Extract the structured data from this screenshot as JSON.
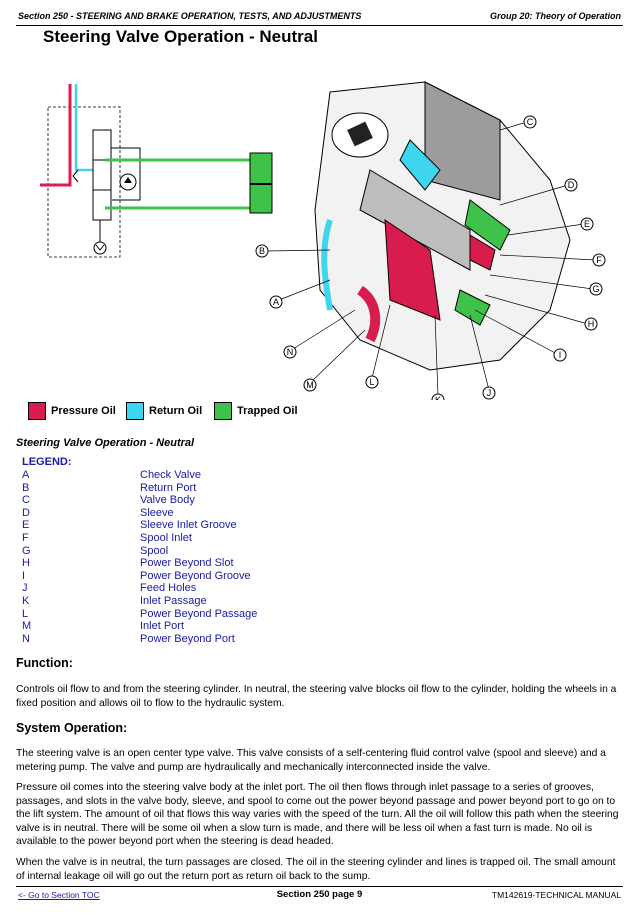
{
  "header": {
    "left": "Section 250 - STEERING AND BRAKE OPERATION, TESTS, AND ADJUSTMENTS",
    "right": "Group 20: Theory of Operation"
  },
  "title": "Steering Valve Operation - Neutral",
  "colors": {
    "pressure": "#d91c4e",
    "return": "#3ed6ee",
    "trapped": "#3ec24a"
  },
  "callouts": [
    "A",
    "B",
    "C",
    "D",
    "E",
    "F",
    "G",
    "H",
    "I",
    "J",
    "K",
    "L",
    "M",
    "N"
  ],
  "color_key": [
    {
      "label": "Pressure Oil",
      "color": "#d91c4e"
    },
    {
      "label": "Return Oil",
      "color": "#3ed6ee"
    },
    {
      "label": "Trapped Oil",
      "color": "#3ec24a"
    }
  ],
  "caption": "Steering Valve Operation - Neutral",
  "legend": {
    "heading": "LEGEND:",
    "items": [
      {
        "key": "A",
        "value": "Check Valve"
      },
      {
        "key": "B",
        "value": "Return Port"
      },
      {
        "key": "C",
        "value": "Valve Body"
      },
      {
        "key": "D",
        "value": "Sleeve"
      },
      {
        "key": "E",
        "value": "Sleeve Inlet Groove"
      },
      {
        "key": "F",
        "value": "Spool Inlet"
      },
      {
        "key": "G",
        "value": "Spool"
      },
      {
        "key": "H",
        "value": "Power Beyond Slot"
      },
      {
        "key": "I",
        "value": "Power Beyond Groove"
      },
      {
        "key": "J",
        "value": "Feed Holes"
      },
      {
        "key": "K",
        "value": "Inlet Passage"
      },
      {
        "key": "L",
        "value": "Power Beyond Passage"
      },
      {
        "key": "M",
        "value": "Inlet Port"
      },
      {
        "key": "N",
        "value": "Power Beyond Port"
      }
    ]
  },
  "function": {
    "heading": "Function:",
    "text": "Controls oil flow to and from the steering cylinder. In neutral, the steering valve blocks oil flow to the cylinder, holding the wheels in a fixed position and allows oil to flow to the hydraulic system."
  },
  "system": {
    "heading": "System Operation:",
    "paragraphs": [
      "The steering valve is an open center type valve. This valve consists of a self-centering fluid control valve (spool and sleeve) and a metering pump. The valve and pump are hydraulically and mechanically interconnected inside the valve.",
      "Pressure oil comes into the steering valve body at the inlet port. The oil then flows through inlet passage to a series of grooves, passages, and slots in the valve body, sleeve, and spool to come out the power beyond passage and power beyond port to go on to the lift system. The amount of oil that flows this way varies with the speed of the turn. All the oil will follow this path when the steering valve is in neutral. There will be some oil when a slow turn is made, and there will be less oil when a fast turn is made. No oil is available to the power beyond port when the steering is dead headed.",
      "When the valve is in neutral, the turn passages are closed. The oil in the steering cylinder and lines is trapped oil. The small amount of internal leakage oil will go out the return port as return oil back to the sump."
    ]
  },
  "footer": {
    "left": "<- Go to Section TOC",
    "center": "Section 250 page 9",
    "right": "TM142619-TECHNICAL MANUAL"
  }
}
